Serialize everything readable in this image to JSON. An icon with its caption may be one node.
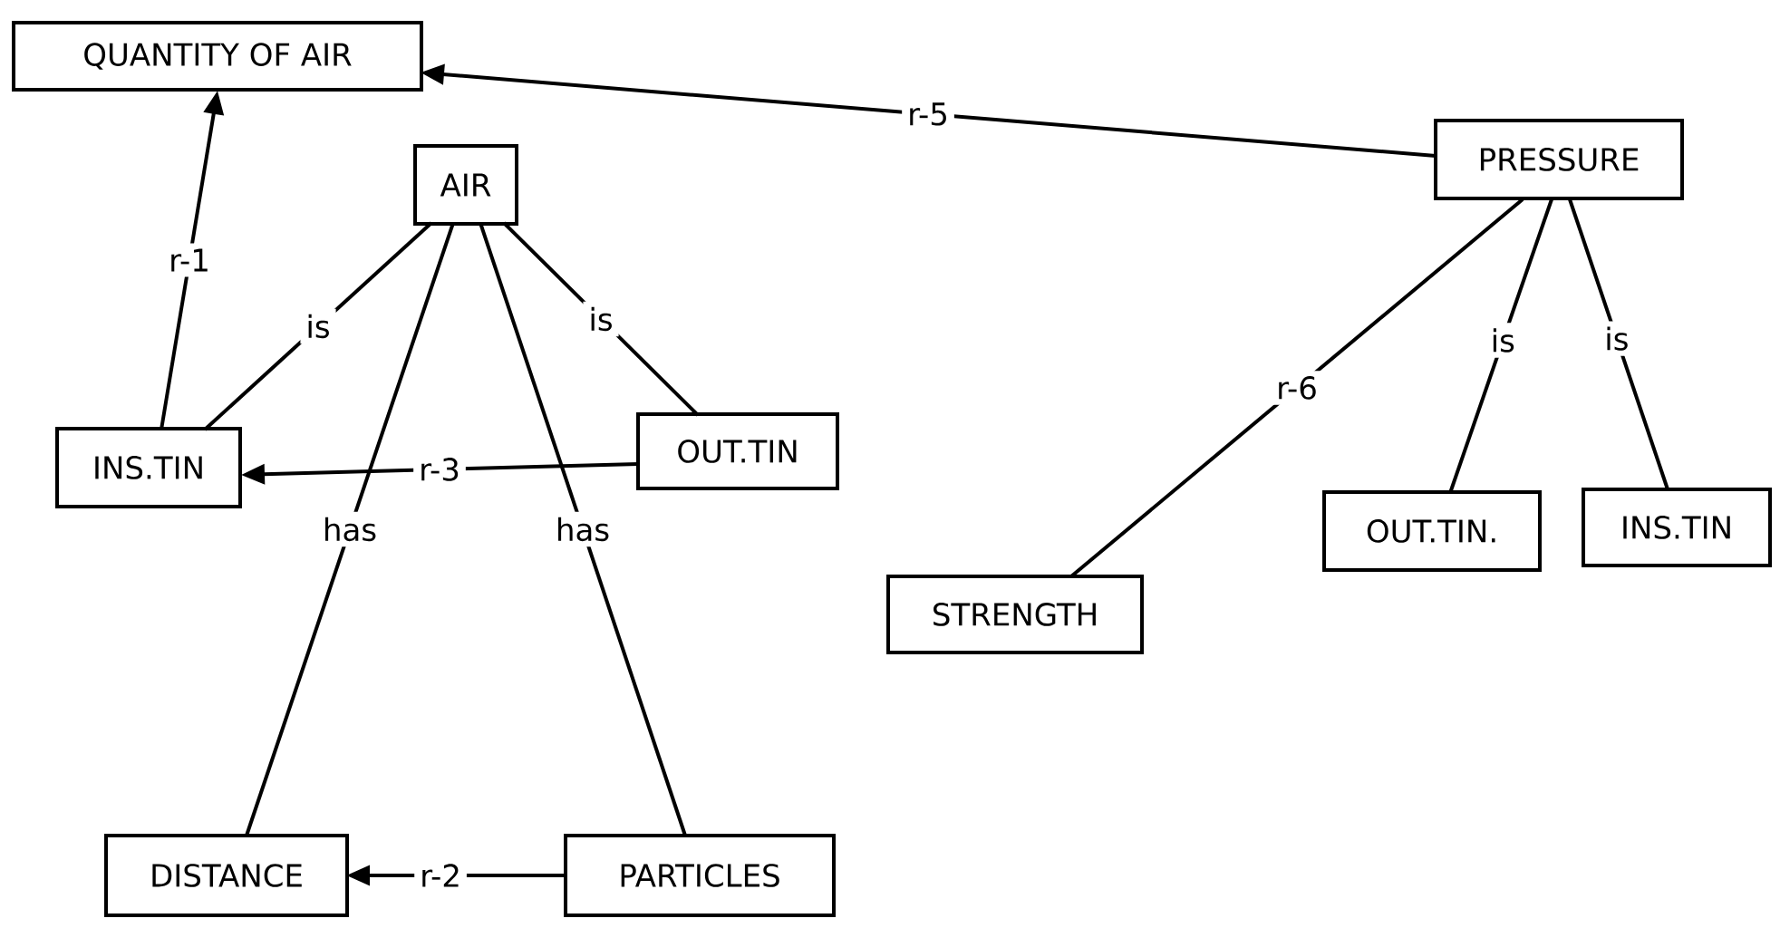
{
  "diagram": {
    "nodes": [
      {
        "text": [
          "QUANTITY OF AIR"
        ]
      },
      {
        "text": [
          "AIR"
        ]
      },
      {
        "text": [
          "INS.TIN"
        ]
      },
      {
        "text": [
          "OUT.TIN"
        ]
      },
      {
        "text": [
          "PRESSURE"
        ]
      },
      {
        "text": [
          "STRENGTH"
        ]
      },
      {
        "text": [
          "OUT.TIN."
        ]
      },
      {
        "text": [
          "INS.TIN"
        ]
      },
      {
        "text": [
          "DISTANCE"
        ]
      },
      {
        "text": [
          "PARTICLES"
        ]
      }
    ],
    "edges": [
      {
        "from": 2,
        "to": 0,
        "arrow": "to",
        "label": "r-1"
      },
      {
        "from": 1,
        "to": 2,
        "arrow": "none",
        "label": "is"
      },
      {
        "from": 1,
        "to": 3,
        "arrow": "none",
        "label": "is"
      },
      {
        "from": 3,
        "to": 2,
        "arrow": "to",
        "label": "r-3"
      },
      {
        "from": 1,
        "to": 8,
        "arrow": "none",
        "label": "has"
      },
      {
        "from": 1,
        "to": 9,
        "arrow": "none",
        "label": "has"
      },
      {
        "from": 9,
        "to": 8,
        "arrow": "to",
        "label": "r-2"
      },
      {
        "from": 4,
        "to": 0,
        "arrow": "to",
        "label": "r-5"
      },
      {
        "from": 4,
        "to": 5,
        "arrow": "none",
        "label": "r-6"
      },
      {
        "from": 4,
        "to": 6,
        "arrow": "none",
        "label": "is"
      },
      {
        "from": 4,
        "to": 7,
        "arrow": "none",
        "label": "is"
      }
    ]
  }
}
